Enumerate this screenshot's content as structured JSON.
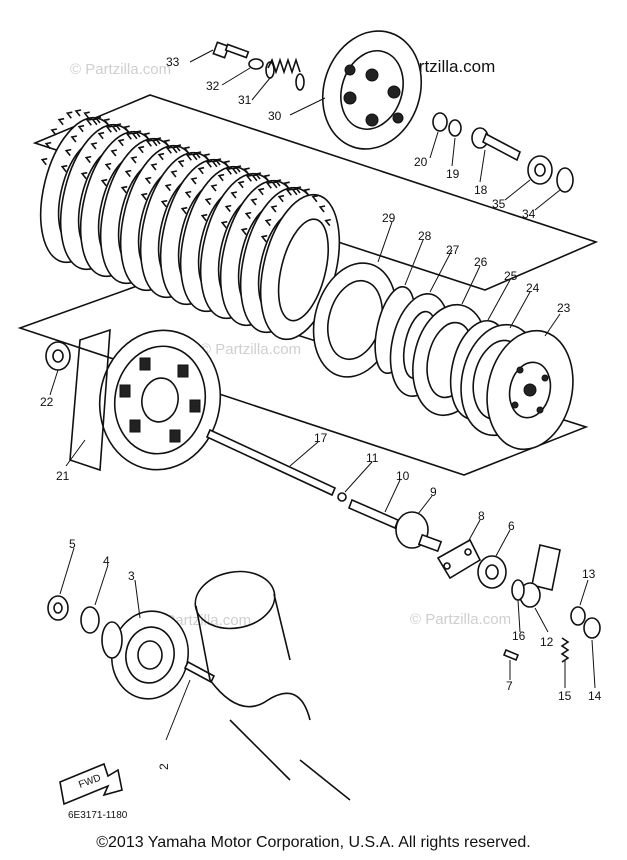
{
  "brand": {
    "watermark": "© Partzilla.com",
    "logo_text": "Partzilla.com"
  },
  "diagram_code": "6E3171-1180",
  "front_label": "FWD",
  "copyright": "©2013  Yamaha Motor Corporation, U.S.A. All rights reserved.",
  "callouts": [
    "2",
    "3",
    "4",
    "5",
    "6",
    "7",
    "8",
    "9",
    "10",
    "11",
    "12",
    "13",
    "14",
    "15",
    "16",
    "17",
    "18",
    "19",
    "20",
    "21",
    "22",
    "23",
    "24",
    "25",
    "26",
    "27",
    "28",
    "29",
    "30",
    "31",
    "32",
    "33",
    "34",
    "35"
  ],
  "colors": {
    "ink": "#111111",
    "watermark": "#cfcfcf",
    "background": "#ffffff"
  }
}
